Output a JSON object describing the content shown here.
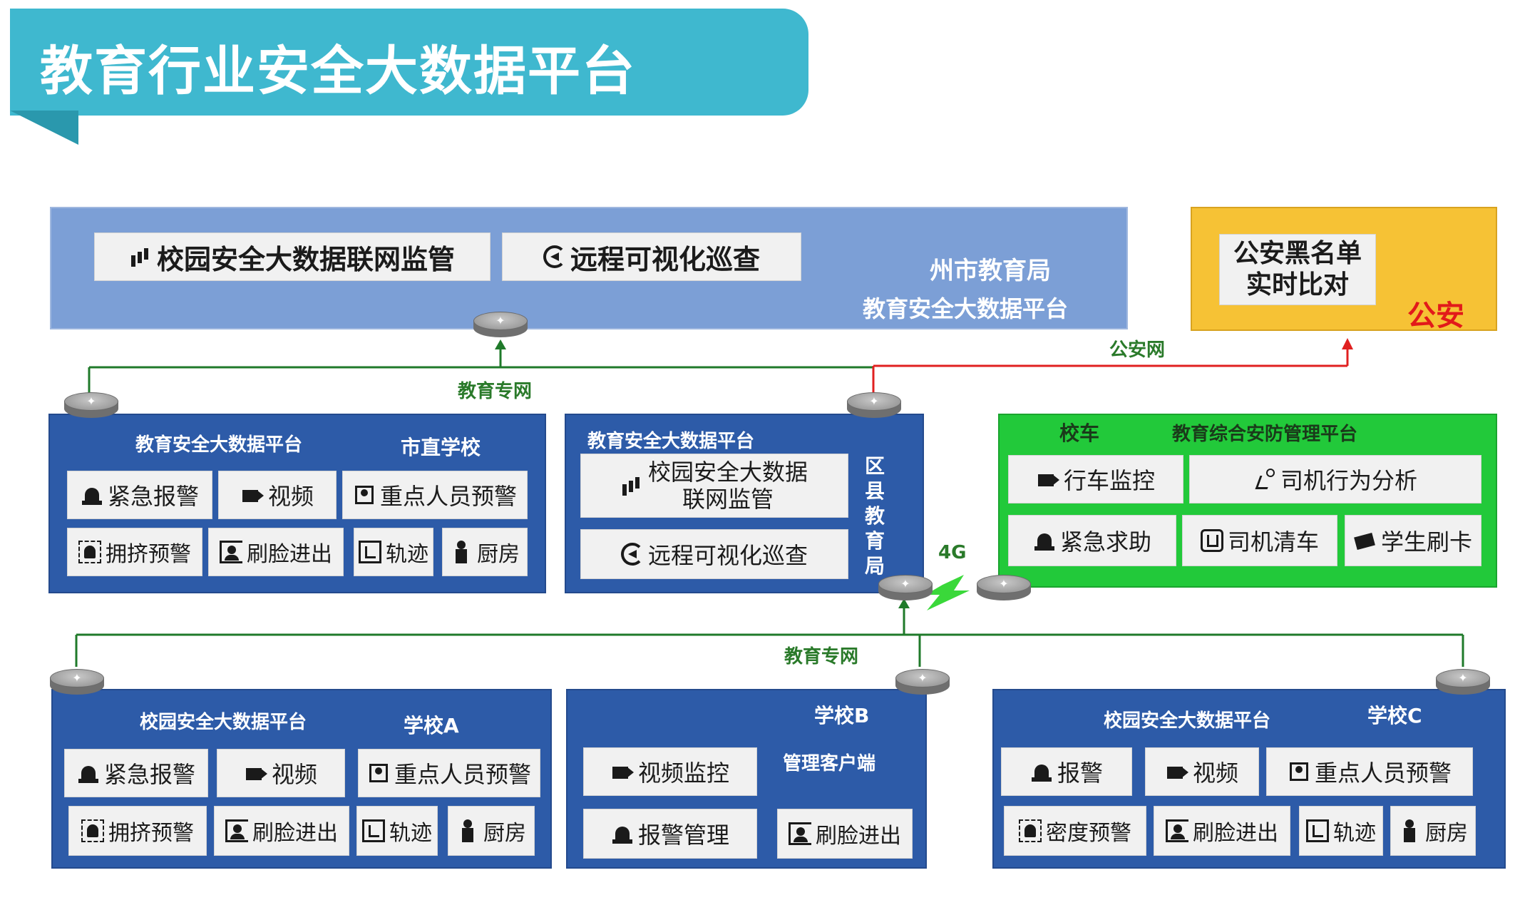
{
  "page_title": "教育行业安全大数据平台",
  "city_bureau": {
    "tile_monitor": "校园安全大数据联网监管",
    "tile_patrol": "远程可视化巡查",
    "name": "州市教育局",
    "platform": "教育安全大数据平台"
  },
  "police": {
    "tile": "公安黑名单\n实时比对",
    "name": "公安",
    "network": "公安网"
  },
  "network_edu_top": "教育专网",
  "network_edu_bottom": "教育专网",
  "network_4g": "4G",
  "city_schools": {
    "platform": "教育安全大数据平台",
    "name": "市直学校",
    "tiles": [
      "紧急报警",
      "视频",
      "重点人员预警",
      "拥挤预警",
      "刷脸进出",
      "轨迹",
      "厨房"
    ]
  },
  "district_bureau": {
    "platform": "教育安全大数据平台",
    "tile_monitor": "校园安全大数据\n联网监管",
    "tile_patrol": "远程可视化巡查",
    "name": "区县教育局"
  },
  "school_bus": {
    "name": "校车",
    "platform": "教育综合安防管理平台",
    "tiles": [
      "行车监控",
      "司机行为分析",
      "紧急求助",
      "司机清车",
      "学生刷卡"
    ]
  },
  "school_a": {
    "platform": "校园安全大数据平台",
    "name": "学校A",
    "tiles": [
      "紧急报警",
      "视频",
      "重点人员预警",
      "拥挤预警",
      "刷脸进出",
      "轨迹",
      "厨房"
    ]
  },
  "school_b": {
    "name": "学校B",
    "client": "管理客户端",
    "tiles": [
      "视频监控",
      "报警管理",
      "刷脸进出"
    ]
  },
  "school_c": {
    "platform": "校园安全大数据平台",
    "name": "学校C",
    "tiles": [
      "报警",
      "视频",
      "重点人员预警",
      "密度预警",
      "刷脸进出",
      "轨迹",
      "厨房"
    ]
  },
  "colors": {
    "banner": "#3fb8cf",
    "panel_light": "#7c9fd6",
    "panel_dark": "#2d5ba8",
    "panel_green": "#22c93a",
    "panel_yellow": "#f6c235",
    "edu_network_line": "#1f7a2a",
    "police_network_line": "#e02020"
  },
  "icons": [
    "alarm-icon",
    "camera-icon",
    "person-card-icon",
    "crowd-icon",
    "face-icon",
    "track-icon",
    "kitchen-icon",
    "chart-icon",
    "patrol-icon",
    "running-icon",
    "hand-icon",
    "card-icon",
    "router-icon",
    "lightning-icon"
  ]
}
